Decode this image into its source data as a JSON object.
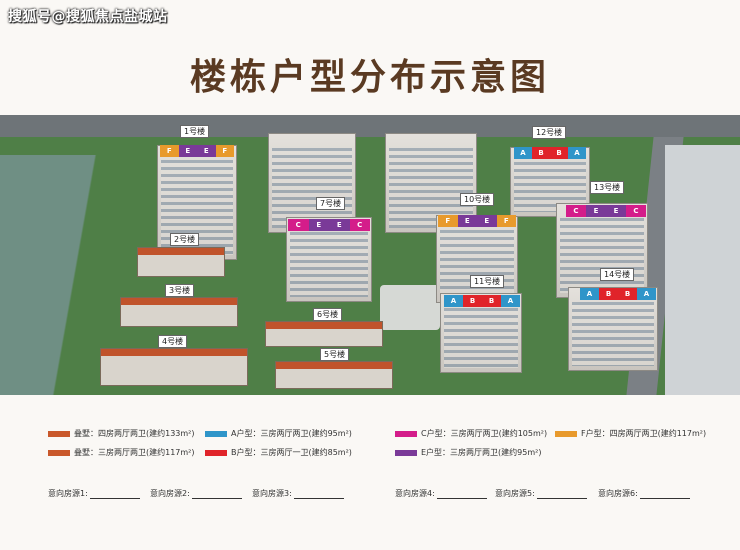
{
  "watermark": "搜狐号@搜狐焦点盐城站",
  "title": "楼栋户型分布示意图",
  "buildings": [
    {
      "label": "1号楼",
      "units": [
        "F",
        "E",
        "E",
        "F"
      ]
    },
    {
      "label": "2号楼",
      "units": []
    },
    {
      "label": "3号楼",
      "units": []
    },
    {
      "label": "4号楼",
      "units": []
    },
    {
      "label": "5号楼",
      "units": []
    },
    {
      "label": "6号楼",
      "units": []
    },
    {
      "label": "7号楼",
      "units": [
        "C",
        "E",
        "E",
        "C"
      ]
    },
    {
      "label": "10号楼",
      "units": [
        "F",
        "E",
        "E",
        "F"
      ]
    },
    {
      "label": "11号楼",
      "units": [
        "A",
        "B",
        "B",
        "A"
      ]
    },
    {
      "label": "12号楼",
      "units": [
        "A",
        "B",
        "B",
        "A"
      ]
    },
    {
      "label": "13号楼",
      "units": [
        "C",
        "E",
        "E",
        "C"
      ]
    },
    {
      "label": "14号楼",
      "units": [
        "A",
        "B",
        "B",
        "A"
      ]
    }
  ],
  "unit_colors": {
    "A": "#2f95c9",
    "B": "#e0242a",
    "C": "#d41d8a",
    "E": "#7a3a98",
    "F": "#e89a2c",
    "villa": "#c9582b"
  },
  "legend": [
    {
      "color": "#c9582b",
      "text": "叠墅：四房两厅两卫(建约133m²)"
    },
    {
      "color": "#2f95c9",
      "text": "A户型：三房两厅两卫(建约95m²)"
    },
    {
      "color": "#d41d8a",
      "text": "C户型：三房两厅两卫(建约105m²)"
    },
    {
      "color": "#e89a2c",
      "text": "F户型：四房两厅两卫(建约117m²)"
    },
    {
      "color": "#c9582b",
      "text": "叠墅：三房两厅两卫(建约117m²)"
    },
    {
      "color": "#e0242a",
      "text": "B户型：三房两厅一卫(建约85m²)"
    },
    {
      "color": "#7a3a98",
      "text": "E户型：三房两厅两卫(建约95m²)"
    }
  ],
  "intent": [
    "意向房源1:",
    "意向房源2:",
    "意向房源3:",
    "意向房源4:",
    "意向房源5:",
    "意向房源6:"
  ]
}
